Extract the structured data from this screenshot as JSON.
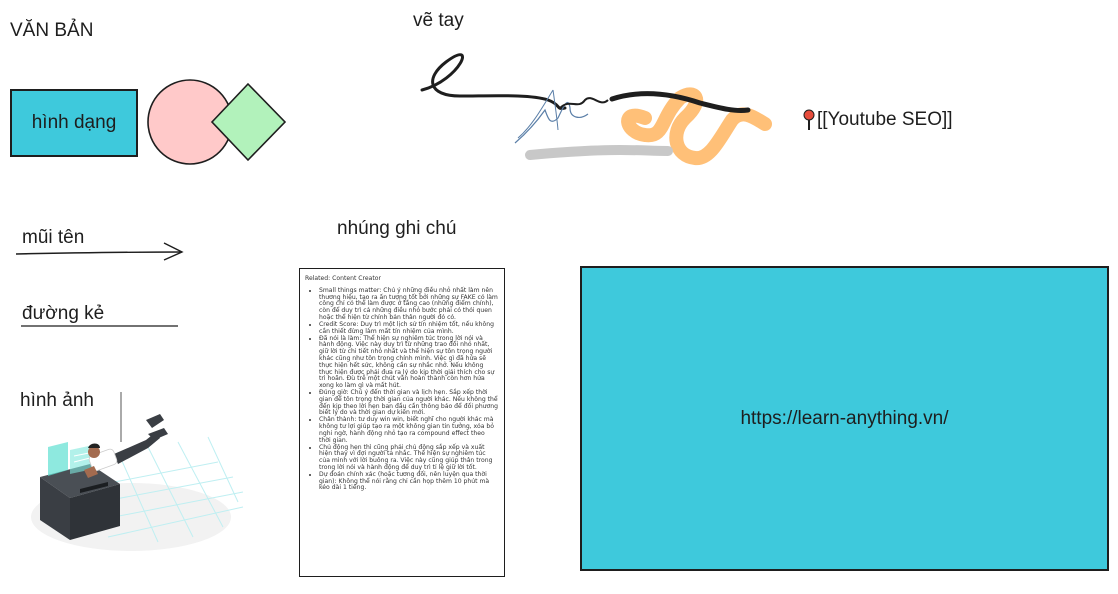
{
  "canvas": {
    "text_element": "VĂN BẢN",
    "shape_label": "hình dạng",
    "freedraw_label": "vẽ tay",
    "arrow_label": "mũi tên",
    "line_label": "đường kẻ",
    "image_label": "hình ảnh",
    "embed_label": "nhúng ghi chú",
    "wiki_link": "[[Youtube SEO]]",
    "web_link": "https://learn-anything.vn/",
    "pin_icon": "pin-icon"
  },
  "colors": {
    "cyan": "#3ec9dc",
    "pink": "#ffc9c9",
    "green": "#b2f2bb",
    "orange": "#ffc078",
    "stroke": "#1e1e1e"
  },
  "note": {
    "title": "Related: Content Creator",
    "items": [
      "Small things matter: Chú ý những điều nhỏ nhất làm nên thương hiệu, tạo ra ấn tượng tốt bởi những sự FAKE có làm công chỉ có thể làm được ở tầng cao (những điểm chính), còn để duy trì cả những điều nhỏ bước phải có thói quen hoặc thể hiện từ chính bản thân người đó có.",
      "Credit Score: Duy trì một lịch sử tín nhiệm tốt, nếu không cần thiết đừng làm mất tín nhiệm của mình.",
      "Đã nói là làm: Thể hiện sự nghiêm túc trong lời nói và hành động. Việc này duy trì từ những trao đổi nhỏ nhất, giữ lời từ chi tiết nhỏ nhất và thể hiện sự tôn trọng người khác cũng như tôn trọng chính mình. Việc gì đã hứa sẽ thực hiện hết sức, không cần sự nhắc nhở. Nếu không thực hiện được phải đưa ra lý do kịp thời giải thích cho sự trì hoãn. Đù trễ một chút vẫn hoàn thành còn hơn hứa xong ko làm gì và mất hút.",
      "Đúng giờ: Chú ý đến thời gian và lịch hẹn. Sắp xếp thời gian để tôn trọng thời gian của người khác. Nếu không thể đến kịp theo lời hẹn ban đầu cần thông báo để đối phương biết lý do và thời gian dự kiến mới.",
      "Chân thành: tư duy win win, biết nghĩ cho người khác mà không tư lợi giúp tạo ra một không gian tin tưởng, xóa bỏ nghi ngờ, hành động nhỏ tạo ra compound effect theo thời gian.",
      "Chủ động hẹn thì cũng phải chủ động sắp xếp và xuất hiện thay vì đợi người ta nhắc. Thể hiện sự nghiêm túc của mình với lời buông ra. Việc này cũng giúp thân trong trong lời nói và hành động để duy trì tỉ lệ giữ lời tốt.",
      "Dự đoán chính xác (hoặc tương đối, nên luyện qua thời gian): Không thể nói rằng chỉ cần họp thêm 10 phút mà kéo dài 1 tiếng."
    ]
  }
}
